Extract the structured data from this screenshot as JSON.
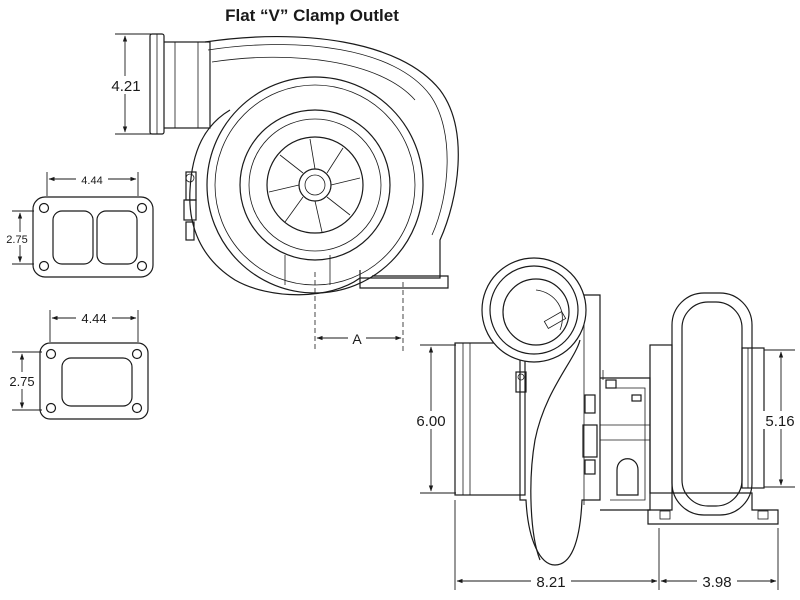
{
  "title": "Flat “V” Clamp Outlet",
  "dimensions": {
    "outlet_height": "4.21",
    "flange_twin_width": "4.44",
    "flange_twin_height": "2.75",
    "flange_single_width": "4.44",
    "flange_single_height": "2.75",
    "offset_a": "A",
    "side_height_left": "6.00",
    "side_height_right": "5.16",
    "length_left": "8.21",
    "length_right": "3.98"
  }
}
